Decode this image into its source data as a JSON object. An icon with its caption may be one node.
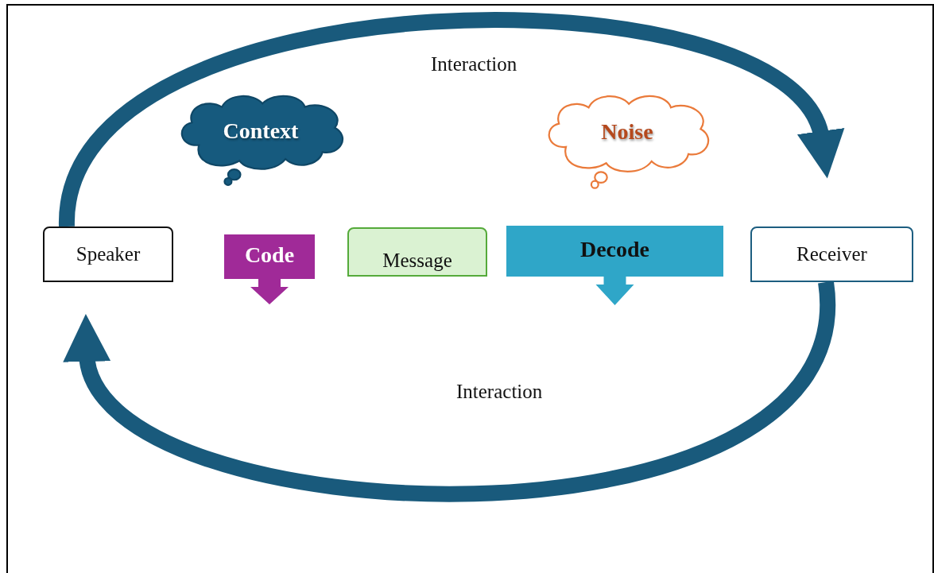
{
  "diagram": {
    "nodes": [
      {
        "text": [
          "Speaker"
        ]
      },
      {
        "text": [
          "Code"
        ]
      },
      {
        "text": [
          "Message"
        ]
      },
      {
        "text": [
          "Decode"
        ]
      },
      {
        "text": [
          "Receiver"
        ]
      },
      {
        "text": [
          "Context"
        ]
      },
      {
        "text": [
          "Noise"
        ]
      }
    ],
    "edges": [
      {
        "from": 0,
        "to": 4,
        "arrow": "to"
      },
      {
        "from": 4,
        "to": 0,
        "arrow": "to"
      }
    ],
    "labels": [
      "Interaction",
      "Interaction"
    ]
  }
}
